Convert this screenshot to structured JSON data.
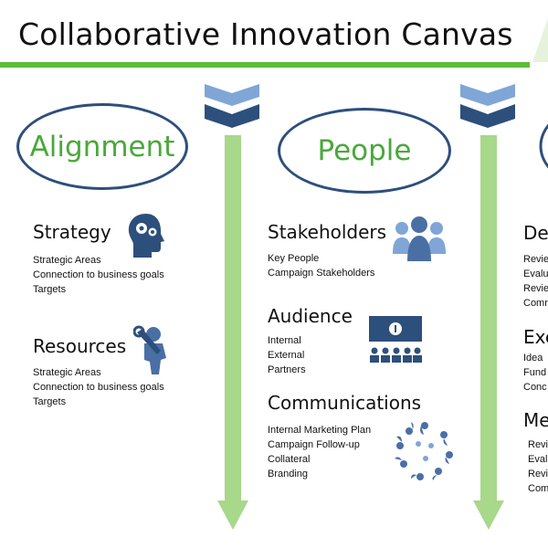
{
  "title": "Collaborative Innovation Canvas",
  "colors": {
    "accent_green": "#5dbd3a",
    "arrow_green": "#a8d88a",
    "navy": "#2d4f7c",
    "icon_blue": "#4a6fa5",
    "chevron_light": "#7fa6d6"
  },
  "columns": [
    {
      "header": "Alignment",
      "sections": [
        {
          "title": "Strategy",
          "icon": "head-gears-icon",
          "items": [
            "Strategic Areas",
            "Connection to business goals",
            "Targets"
          ]
        },
        {
          "title": "Resources",
          "icon": "person-wrench-icon",
          "items": [
            "Strategic Areas",
            "Connection to business goals",
            "Targets"
          ]
        }
      ]
    },
    {
      "header": "People",
      "sections": [
        {
          "title": "Stakeholders",
          "icon": "group-icon",
          "items": [
            "Key People",
            "Campaign Stakeholders"
          ]
        },
        {
          "title": "Audience",
          "icon": "presentation-audience-icon",
          "items": [
            "Internal",
            "External",
            "Partners"
          ]
        },
        {
          "title": "Communications",
          "icon": "speech-quotes-circle-icon",
          "items": [
            "Internal Marketing Plan",
            "Campaign Follow-up",
            "Collateral",
            "Branding"
          ]
        }
      ]
    },
    {
      "header": "",
      "sections": [
        {
          "title": "De",
          "items": [
            "Revie",
            "Evalu",
            "Revie",
            "Comr"
          ]
        },
        {
          "title": "Exe",
          "items": [
            "Idea",
            "Fund",
            "Conc"
          ]
        },
        {
          "title": "Me",
          "items": [
            "Revi",
            "Eval",
            "Revi",
            "Com"
          ]
        }
      ]
    }
  ]
}
